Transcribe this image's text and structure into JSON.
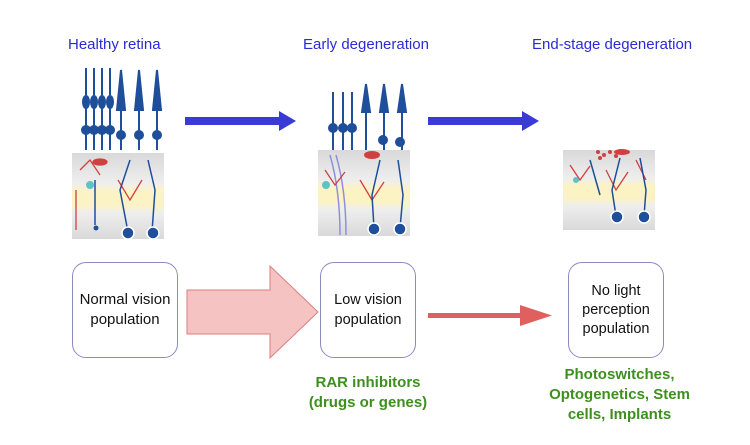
{
  "stages": [
    {
      "title": "Healthy retina",
      "box_label": "Normal vision population"
    },
    {
      "title": "Early degeneration",
      "box_label": "Low vision population"
    },
    {
      "title": "End-stage degeneration",
      "box_label": "No light perception population"
    }
  ],
  "treatments": {
    "early": "RAR inhibitors (drugs or genes)",
    "end": "Photoswitches, Optogenetics, Stem cells, Implants"
  },
  "colors": {
    "title_blue": "#2b2bd6",
    "arrow_blue": "#3a3ad4",
    "treatment_green": "#3e8f1e",
    "pink_arrow": "#f6c3c3",
    "red_arrow": "#e06060",
    "photoreceptor_blue": "#1f4e9a"
  }
}
